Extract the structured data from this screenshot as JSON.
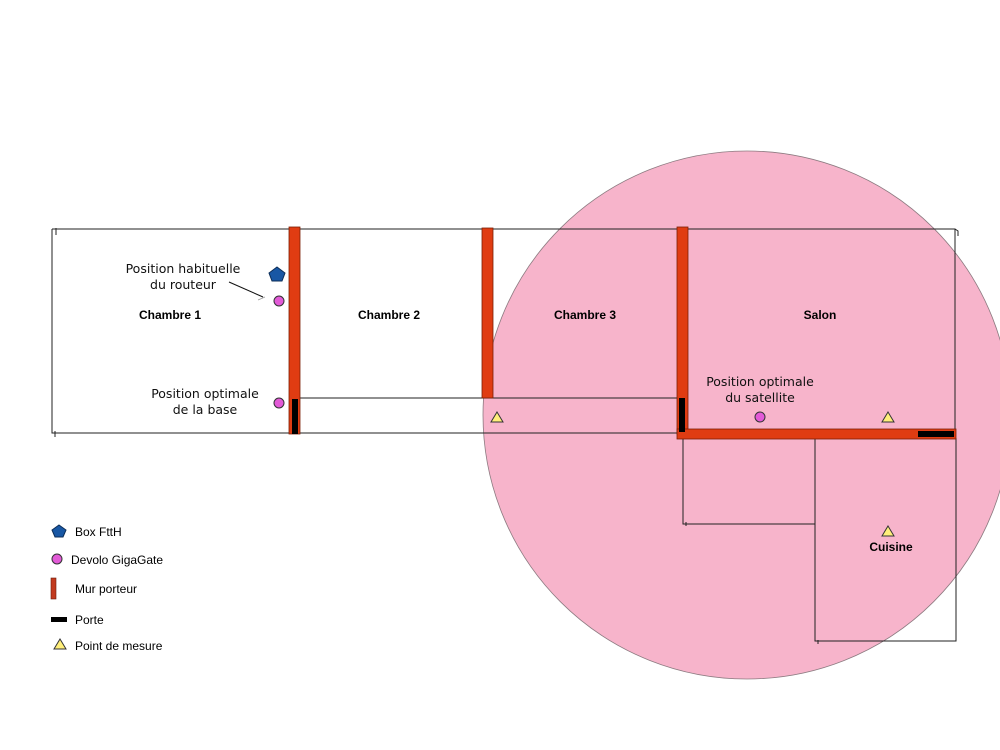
{
  "colors": {
    "coverage": "#f7b4cb",
    "coverage_stroke": "#8c7a80",
    "load_wall": "#e03c12",
    "door": "#000000",
    "fttH_box": "#1857a4",
    "devolo": "#e25ad7",
    "measure_point": "#ffef7a"
  },
  "rooms": {
    "chambre1": "Chambre 1",
    "chambre2": "Chambre 2",
    "chambre3": "Chambre 3",
    "salon": "Salon",
    "cuisine": "Cuisine"
  },
  "annotations": {
    "router_usual": [
      "Position habituelle",
      "du routeur"
    ],
    "base_optimal": [
      "Position optimale",
      "de la base"
    ],
    "satellite_optimal": [
      "Position optimale",
      "du satellite"
    ]
  },
  "legend": [
    {
      "icon": "pentagon",
      "label": "Box FttH"
    },
    {
      "icon": "circle",
      "label": "Devolo GigaGate"
    },
    {
      "icon": "wall",
      "label": "Mur porteur"
    },
    {
      "icon": "door",
      "label": "Porte"
    },
    {
      "icon": "triangle",
      "label": "Point de mesure"
    }
  ]
}
